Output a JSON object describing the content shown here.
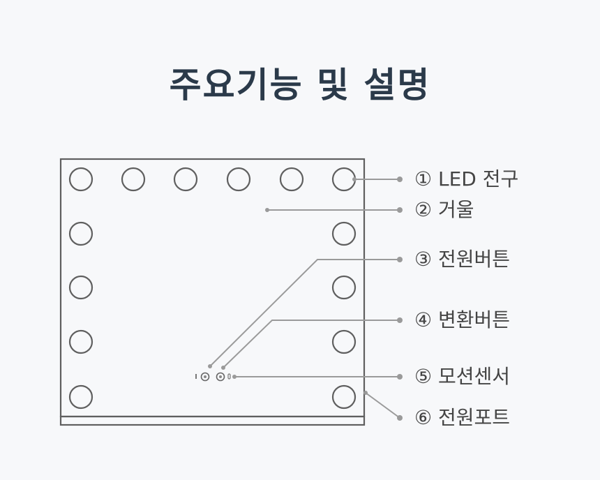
{
  "title": "주요기능 및 설명",
  "labels": [
    "① LED 전구",
    "② 거울",
    "③ 전원버튼",
    "④ 변환버튼",
    "⑤ 모션센서",
    "⑥ 전원포트"
  ],
  "colors": {
    "title": "#2b3a4a",
    "outline": "#5f5f5f",
    "leader": "#9a9a9a",
    "label": "#444444"
  }
}
